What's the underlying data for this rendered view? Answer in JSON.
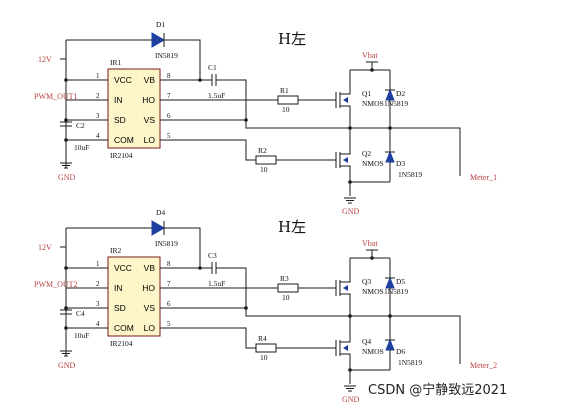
{
  "watermark": "CSDN @宁静致远2021",
  "circuits": [
    {
      "title": "H左",
      "ic": {
        "ref": "IR1",
        "part": "IR2104",
        "pins_left": [
          "VCC",
          "IN",
          "SD",
          "COM"
        ],
        "pins_right": [
          "VB",
          "HO",
          "VS",
          "LO"
        ],
        "pin_nums_left": [
          "1",
          "2",
          "3",
          "4"
        ],
        "pin_nums_right": [
          "8",
          "7",
          "6",
          "5"
        ]
      },
      "supply": "12V",
      "input": "PWM_OUT1",
      "gnd": "GND",
      "diode": {
        "ref": "D1",
        "part": "IN5819"
      },
      "boot_cap": {
        "ref": "C1",
        "value": "1.5uF"
      },
      "dec_cap": {
        "ref": "C2",
        "value": "10uF"
      },
      "r_high": {
        "ref": "R1",
        "value": "10"
      },
      "r_low": {
        "ref": "R2",
        "value": "10"
      },
      "vbat": "Vbat",
      "q_high": {
        "ref": "Q1",
        "type": "NMOS"
      },
      "q_low": {
        "ref": "Q2",
        "type": "NMOS"
      },
      "d_high": {
        "ref": "D2",
        "part": "1N5819"
      },
      "d_low": {
        "ref": "D3",
        "part": "1N5819"
      },
      "output": "Meter_1"
    },
    {
      "title": "H左",
      "ic": {
        "ref": "IR2",
        "part": "IR2104",
        "pins_left": [
          "VCC",
          "IN",
          "SD",
          "COM"
        ],
        "pins_right": [
          "VB",
          "HO",
          "VS",
          "LO"
        ],
        "pin_nums_left": [
          "1",
          "2",
          "3",
          "4"
        ],
        "pin_nums_right": [
          "8",
          "7",
          "6",
          "5"
        ]
      },
      "supply": "12V",
      "input": "PWM_OUT2",
      "gnd": "GND",
      "diode": {
        "ref": "D4",
        "part": "IN5819"
      },
      "boot_cap": {
        "ref": "C3",
        "value": "1.5uF"
      },
      "dec_cap": {
        "ref": "C4",
        "value": "10uF"
      },
      "r_high": {
        "ref": "R3",
        "value": "10"
      },
      "r_low": {
        "ref": "R4",
        "value": "10"
      },
      "vbat": "Vbat",
      "q_high": {
        "ref": "Q3",
        "type": "NMOS"
      },
      "q_low": {
        "ref": "Q4",
        "type": "NMOS"
      },
      "d_high": {
        "ref": "D5",
        "part": "1N5819"
      },
      "d_low": {
        "ref": "D6",
        "part": "1N5819"
      },
      "output": "Meter_2"
    }
  ]
}
